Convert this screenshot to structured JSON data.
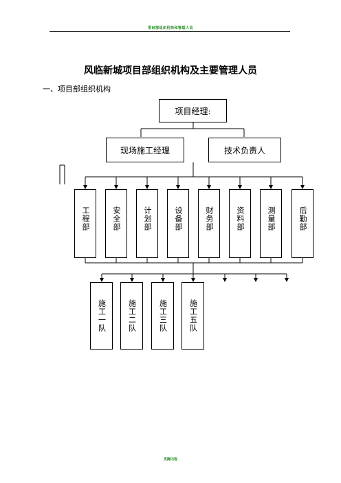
{
  "header": {
    "text": "项目部组织机构和管理人员"
  },
  "document": {
    "title": "风临新城项目部组织机构及主要管理人员",
    "section": "一、项目部组织机构"
  },
  "org": {
    "root": "项目经理:",
    "level2": [
      "现场施工经理",
      "技术负责人"
    ],
    "departments": [
      "工程部",
      "安全部",
      "计划部",
      "设备部",
      "财务部",
      "资料部",
      "测量部",
      "后勤部"
    ],
    "teams": [
      "施工一队",
      "施工二队",
      "施工三队",
      "施工五队"
    ]
  },
  "footer": {
    "text": "页脚内容"
  }
}
